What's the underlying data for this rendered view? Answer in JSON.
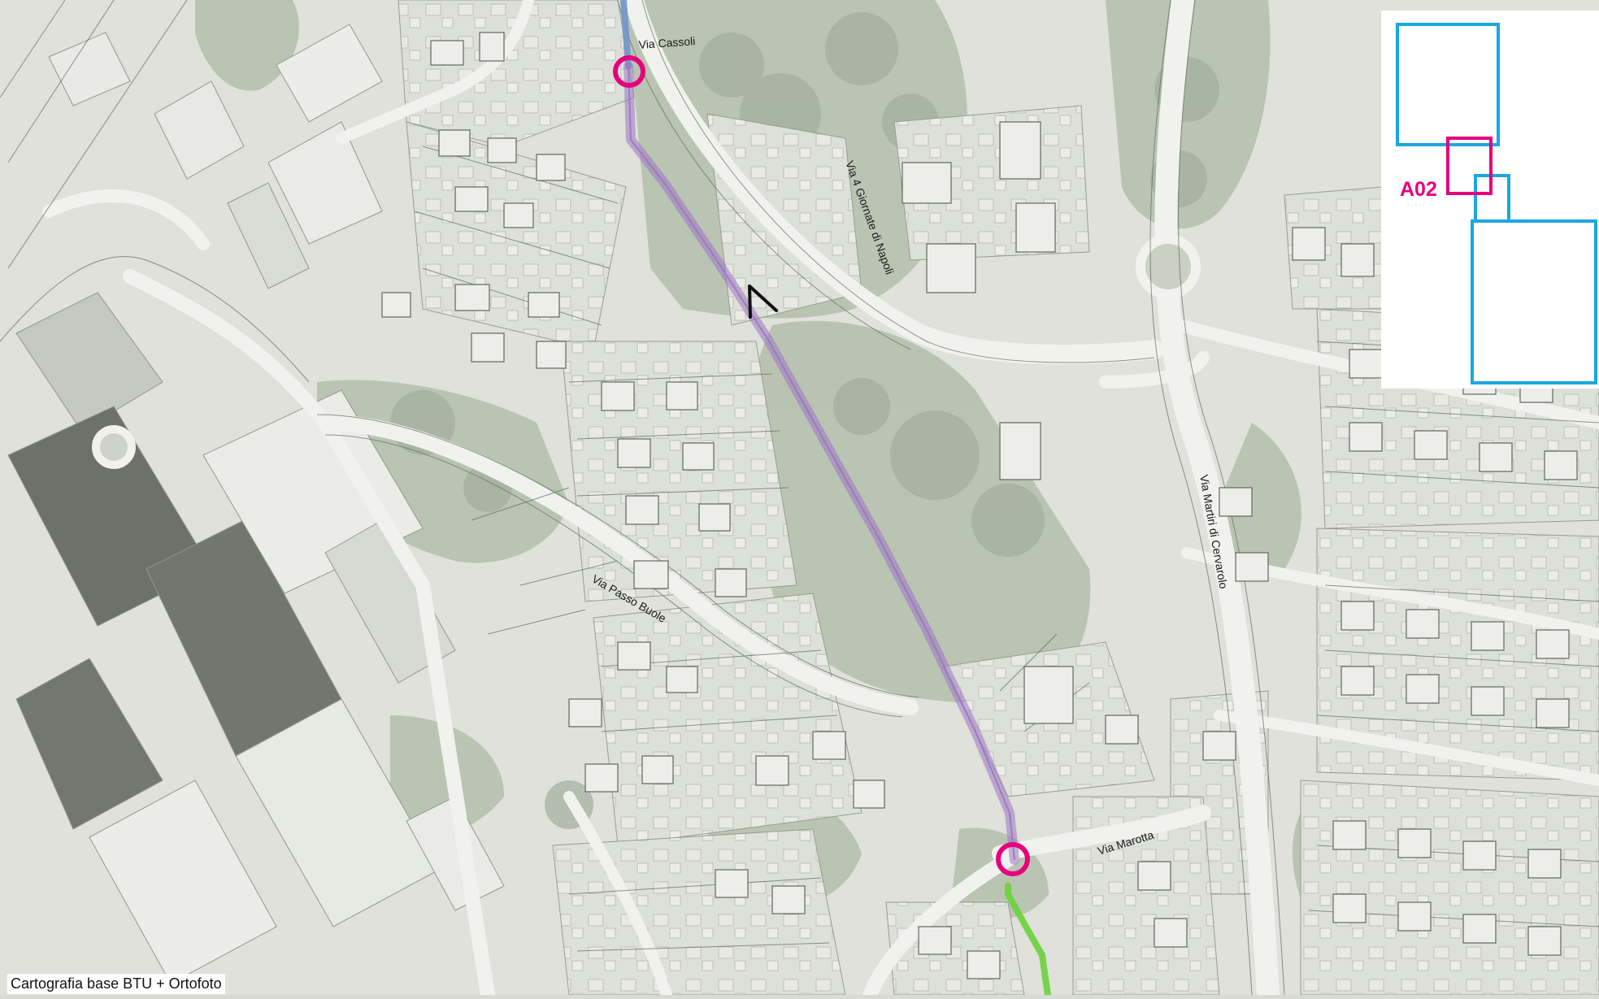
{
  "map": {
    "credit": "Cartografia base BTU + Ortofoto",
    "streets": {
      "via_cassoli": "Via Cassoli",
      "via_4_giornate": "Via 4 Giornate di Napoli",
      "via_martiri": "Via Martiri di Cervarolo",
      "via_passo_buole": "Via Passo Buole",
      "via_marotta": "Via Marotta"
    },
    "keymap": {
      "sheet_label": "A02",
      "colors": {
        "current": "#e6007e",
        "other": "#1aa7e0"
      }
    },
    "colors": {
      "route": "#9b76c2",
      "route_upstream": "#6f93c8",
      "route_downstream": "#6ad33a",
      "node_marker": "#e6007e",
      "direction_arrow": "#111111"
    }
  }
}
